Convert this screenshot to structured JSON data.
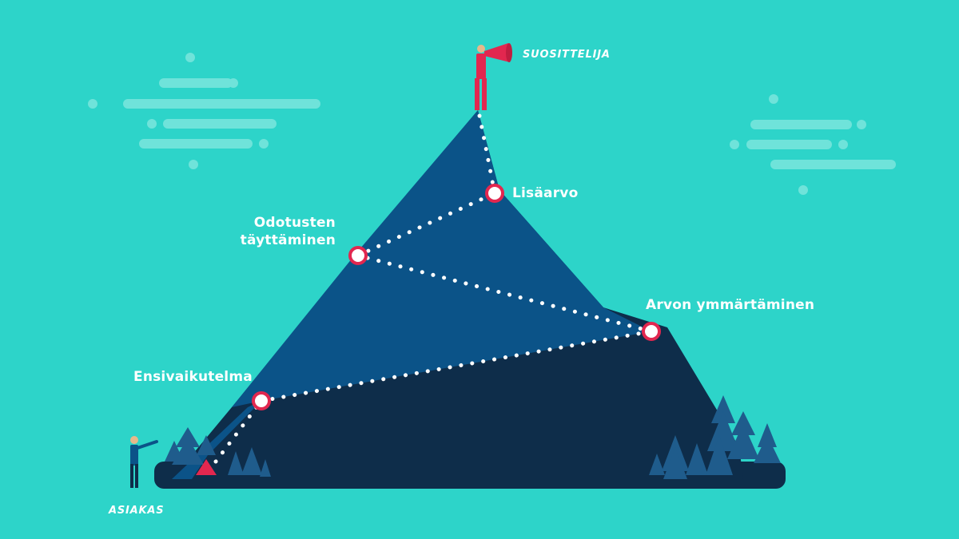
{
  "colors": {
    "background": "#2dd4c9",
    "mountain_dark": "#0e2d4a",
    "mountain_blue": "#0b5388",
    "path_dots": "#ffffff",
    "accent_red": "#e2274f",
    "trees": "#1f5c8c",
    "cloud": "#6fe3da"
  },
  "labels": {
    "top_role": "SUOSITTELIJA",
    "bottom_role": "ASIAKAS",
    "stage_1": "Ensivaikutelma",
    "stage_2_line1": "Odotusten",
    "stage_2_line2": "täyttäminen",
    "stage_3": "Arvon ymmärtäminen",
    "stage_4": "Lisäarvo"
  },
  "icons": {
    "person_top": "megaphone-person-icon",
    "person_bottom": "pointing-person-icon",
    "tent": "tent-icon"
  }
}
